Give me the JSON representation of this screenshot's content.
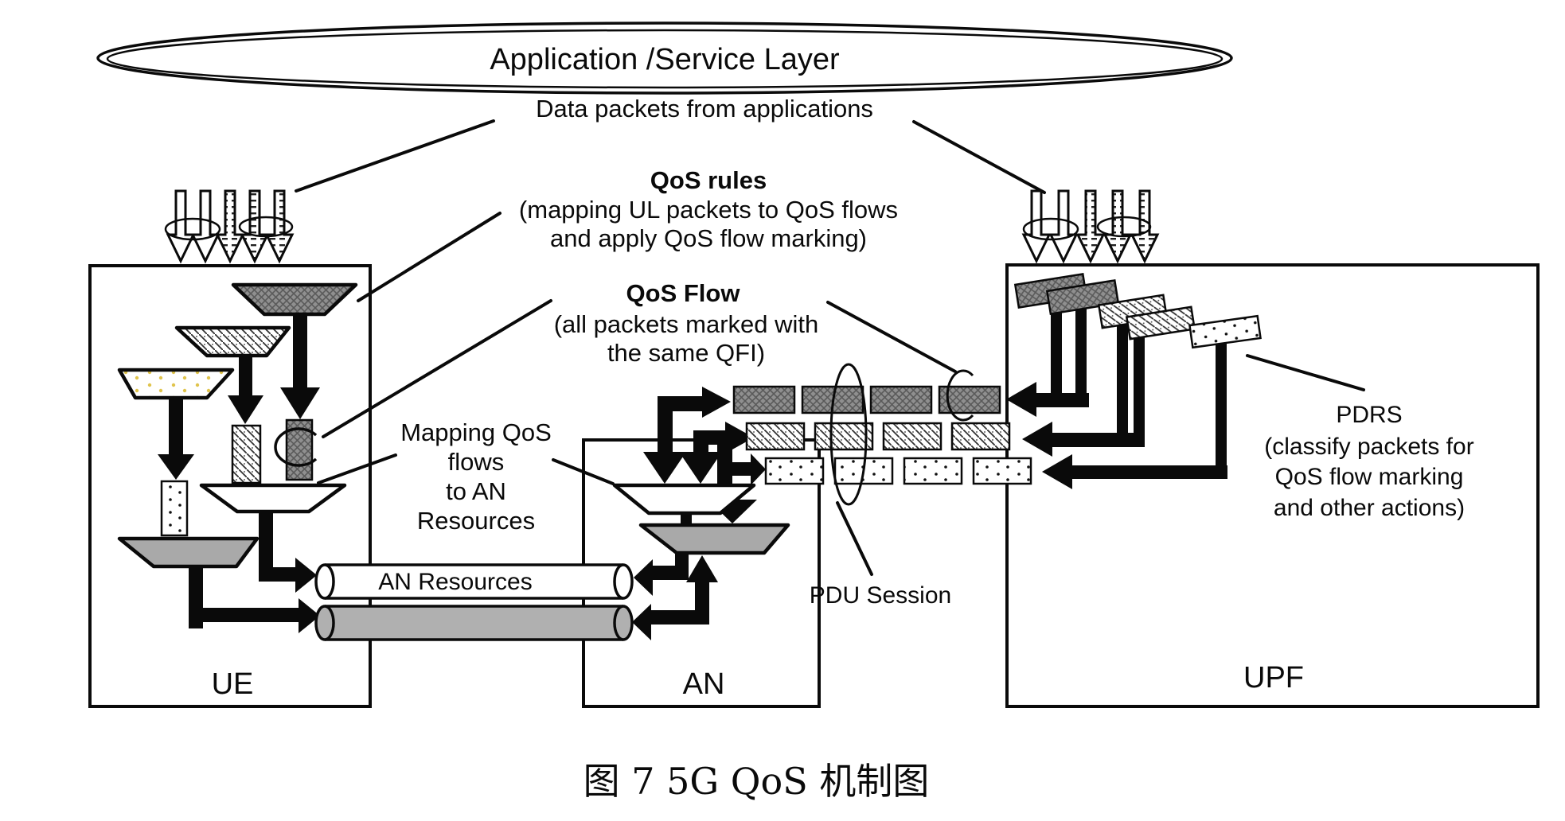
{
  "figure": {
    "title": "Application /Service Layer",
    "caption": "图 7 5G QoS 机制图"
  },
  "labels": {
    "data_packets": "Data packets from applications",
    "qos_rules": {
      "title": "QoS rules",
      "line2": "(mapping UL packets to QoS flows",
      "line3": "and apply QoS flow marking)"
    },
    "qos_flow": {
      "title": "QoS Flow",
      "line2": "(all packets marked with",
      "line3": "the same QFI)"
    },
    "mapping": {
      "line1": "Mapping QoS",
      "line2": "flows",
      "line3": "to AN",
      "line4": "Resources"
    },
    "an_resources": "AN Resources",
    "pdu_session": "PDU Session",
    "pdrs": {
      "line1": "PDRS",
      "line2": "(classify packets for",
      "line3": "QoS flow marking",
      "line4": "and other actions)"
    }
  },
  "nodes": {
    "ue": "UE",
    "an": "AN",
    "upf": "UPF"
  },
  "icons": {
    "funnel": "funnel-classifier-icon",
    "packet_dark": "dark-crosshatch-packet",
    "packet_hatch": "diagonal-hatch-packet",
    "packet_dotted": "dotted-packet",
    "cylinder": "an-resource-pipe"
  },
  "colors": {
    "outline": "#0a0a0a",
    "dark_packet": "#8f8f8f",
    "dark_packet_hatch": "#5a5a5a",
    "gray_fill": "#a9a9a9",
    "cylinder_gray": "#b0b0b0",
    "yellow_dot": "#e0c44c",
    "background": "#ffffff"
  }
}
